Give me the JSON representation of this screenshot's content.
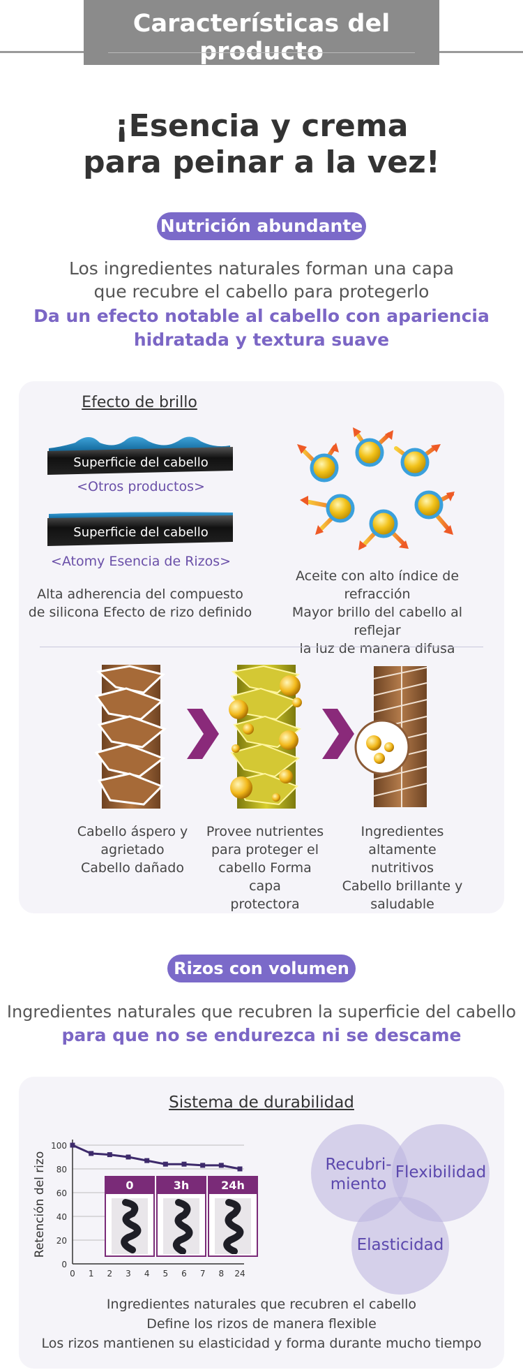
{
  "header": {
    "title": "Características del producto"
  },
  "headline": {
    "line1": "¡Esencia y crema",
    "line2": "para peinar a la vez!"
  },
  "section1": {
    "pill": "Nutrición abundante",
    "desc_line1": "Los ingredientes naturales forman una capa",
    "desc_line2": "que recubre el cabello para protegerlo",
    "highlight_line1": "Da un efecto notable al cabello con apariencia",
    "highlight_line2": "hidratada y textura suave"
  },
  "shine": {
    "title": "Efecto de brillo",
    "bar1_label": "Superficie del cabello",
    "bar1_caption": "<Otros productos>",
    "bar2_label": "Superficie del cabello",
    "bar2_caption": "<Atomy Esencia de Rizos>",
    "left_desc_line1": "Alta adherencia del compuesto",
    "left_desc_line2": "de silicona Efecto de rizo definido",
    "right_desc_line1": "Aceite con alto índice de refracción",
    "right_desc_line2": "Mayor brillo del cabello al reflejar",
    "right_desc_line3": "la luz de manera difusa"
  },
  "hair_steps": [
    {
      "line1": "Cabello áspero y",
      "line2": "agrietado",
      "line3": "Cabello dañado",
      "line4": ""
    },
    {
      "line1": "Provee nutrientes",
      "line2": "para proteger el",
      "line3": "cabello Forma capa",
      "line4": "protectora"
    },
    {
      "line1": "Ingredientes",
      "line2": "altamente nutritivos",
      "line3": "Cabello brillante y",
      "line4": "saludable"
    }
  ],
  "section2": {
    "pill": "Rizos con volumen",
    "desc": "Ingredientes naturales que recubren la superficie del cabello",
    "highlight": "para que no se endurezca ni se descame"
  },
  "durability": {
    "title": "Sistema de durabilidad",
    "photo_labels": [
      "0",
      "3h",
      "24h"
    ],
    "venn": {
      "a_line1": "Recubri-",
      "a_line2": "miento",
      "b": "Flexibilidad",
      "c": "Elasticidad"
    },
    "footer_line1": "Ingredientes naturales que recubren el cabello",
    "footer_line2": "Define los rizos de manera flexible",
    "footer_line3": "Los rizos mantienen su elasticidad y forma durante mucho tiempo"
  },
  "colors": {
    "accent": "#7b6ac9",
    "highlight": "#7b66c5",
    "chart_line": "#3d2a6b",
    "chevron": "#8a2a7a"
  },
  "chart_data": {
    "type": "line",
    "x": [
      "0",
      "1",
      "2",
      "3",
      "4",
      "5",
      "6",
      "7",
      "8",
      "24"
    ],
    "values": [
      100,
      93,
      92,
      90,
      87,
      84,
      84,
      83,
      83,
      80
    ],
    "title": "",
    "xlabel": "",
    "ylabel": "Retención del rizo",
    "ylim": [
      0,
      100
    ],
    "yticks": [
      "0",
      "20",
      "40",
      "60",
      "80",
      "100"
    ],
    "grid": true
  }
}
